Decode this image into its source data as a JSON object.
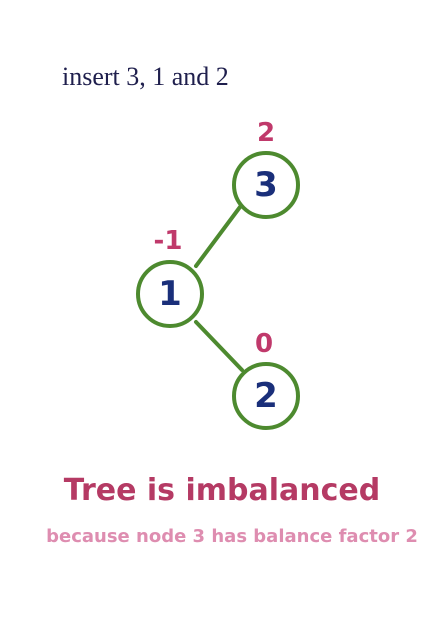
{
  "title": "insert 3, 1 and 2",
  "tree": {
    "nodes": [
      {
        "id": "node-3",
        "value": "3",
        "balance_factor": "2"
      },
      {
        "id": "node-1",
        "value": "1",
        "balance_factor": "-1"
      },
      {
        "id": "node-2",
        "value": "2",
        "balance_factor": "0"
      }
    ],
    "edges": [
      {
        "from": "node-3",
        "to": "node-1"
      },
      {
        "from": "node-1",
        "to": "node-2"
      }
    ]
  },
  "caption": {
    "headline": "Tree is imbalanced",
    "detail": "because node 3 has balance factor 2"
  },
  "colors": {
    "node_stroke": "#4d8a2f",
    "node_text": "#1a2f7a",
    "balance_factor_text": "#c0396b",
    "headline_text": "#b53a64",
    "detail_text": "#de8db0",
    "title_text": "#1f1f4d"
  }
}
